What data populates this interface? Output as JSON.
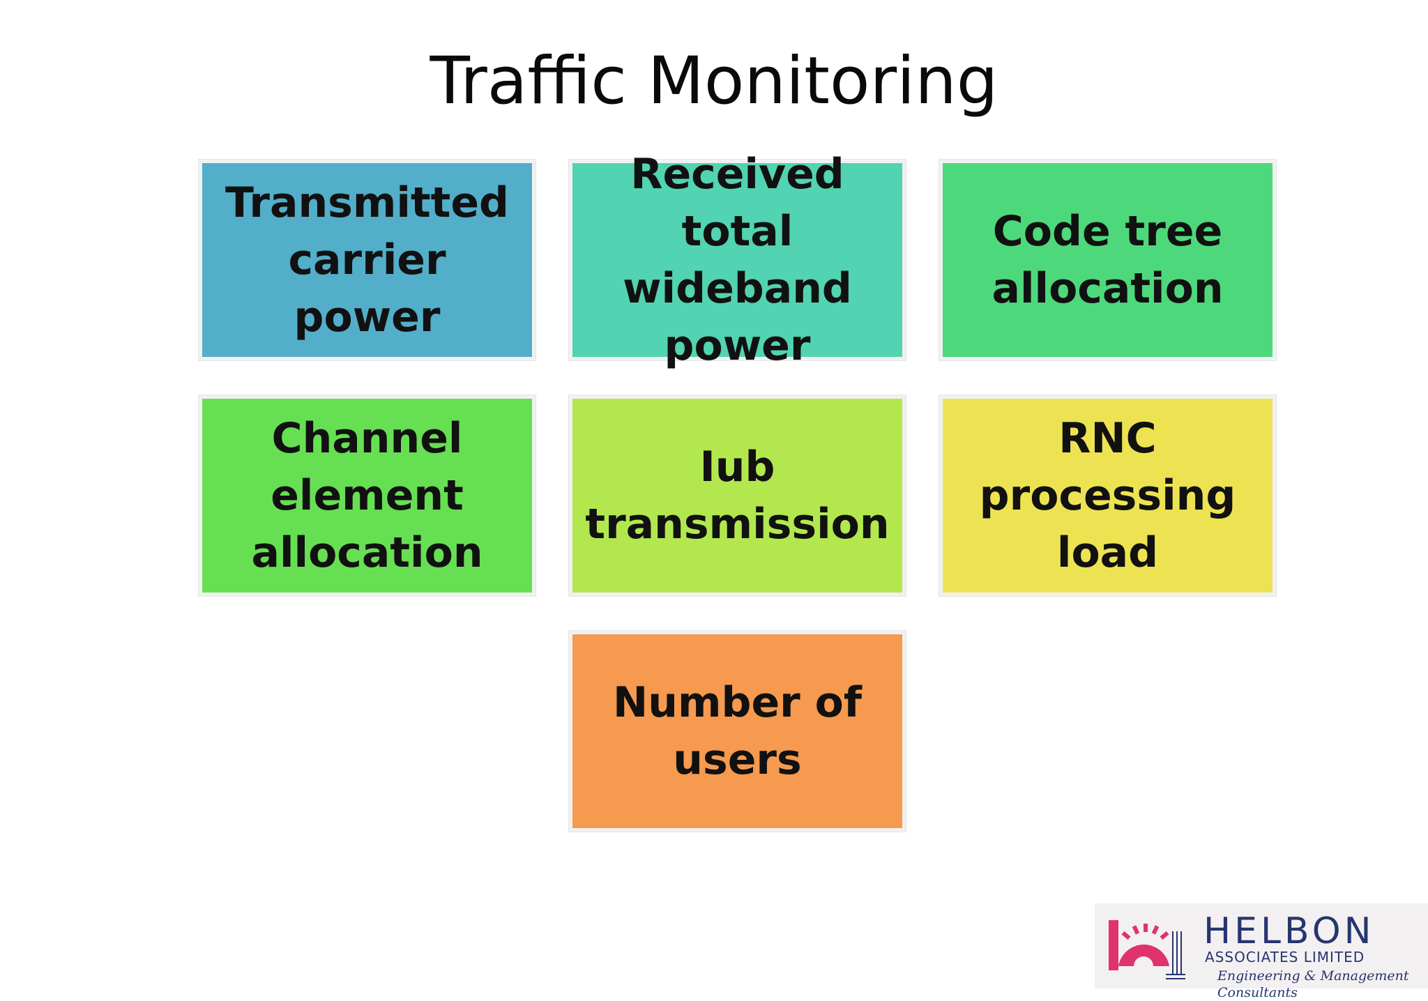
{
  "slide": {
    "title": "Traffic Monitoring"
  },
  "boxes": [
    {
      "label": "Transmitted\ncarrier power",
      "color": "#53aec9"
    },
    {
      "label": "Received total\nwideband\npower",
      "color": "#52d3b2"
    },
    {
      "label": "Code tree\nallocation",
      "color": "#4ed87c"
    },
    {
      "label": "Channel\nelement\nallocation",
      "color": "#66e052"
    },
    {
      "label": "Iub\ntransmission",
      "color": "#b2e84e"
    },
    {
      "label": "RNC\nprocessing\nload",
      "color": "#ede352"
    },
    {
      "label": "Number of\nusers",
      "color": "#f59a4e"
    }
  ],
  "logo": {
    "name": "HELBON",
    "subtitle": "ASSOCIATES LIMITED",
    "tagline": "Engineering & Management Consultants",
    "brand_color": "#27356f",
    "accent_color": "#e0326e"
  }
}
